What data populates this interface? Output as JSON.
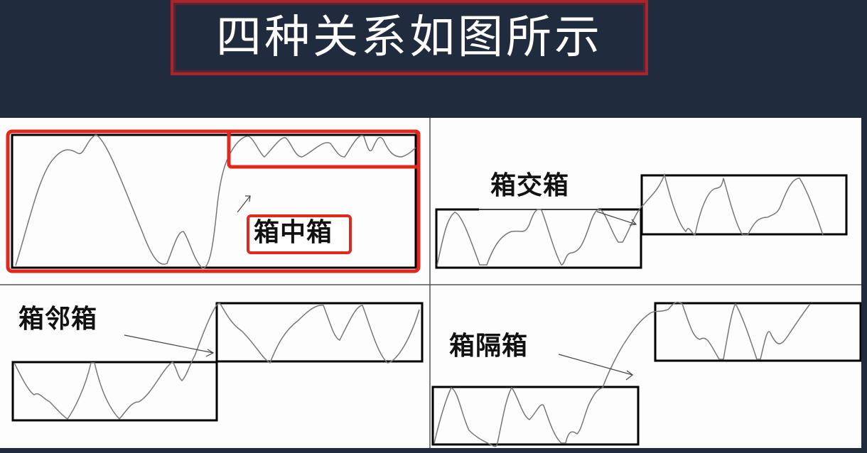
{
  "title": "四种关系如图所示",
  "colors": {
    "background": "#202b3d",
    "title_border": "#a8262b",
    "panel": "#fdfdfd",
    "highlight_red": "#e0281c",
    "box_stroke": "#000000",
    "price_line": "#777777"
  },
  "quadrants": [
    {
      "id": "box-in-box",
      "label": "箱中箱",
      "position": "top-left",
      "highlighted": true
    },
    {
      "id": "box-cross-box",
      "label": "箱交箱",
      "position": "top-right",
      "highlighted": false
    },
    {
      "id": "box-adjacent-box",
      "label": "箱邻箱",
      "position": "bottom-left",
      "highlighted": false
    },
    {
      "id": "box-gap-box",
      "label": "箱隔箱",
      "position": "bottom-right",
      "highlighted": false
    }
  ]
}
